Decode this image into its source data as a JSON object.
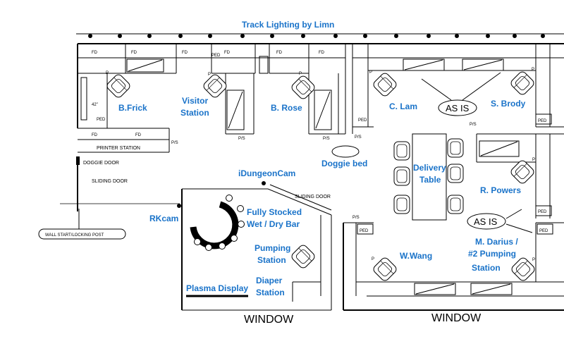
{
  "title": "Track Lighting by Limn",
  "labels": {
    "b_frick": "B.Frick",
    "visitor_1": "Visitor",
    "visitor_2": "Station",
    "b_rose": "B. Rose",
    "c_lam": "C. Lam",
    "s_brody": "S. Brody",
    "r_powers": "R. Powers",
    "delivery_1": "Delivery",
    "delivery_2": "Table",
    "doggie_bed": "Doggie bed",
    "idungeoncam": "iDungeonCam",
    "rkcam": "RKcam",
    "bar_1": "Fully Stocked",
    "bar_2": "Wet / Dry Bar",
    "pumping_1": "Pumping",
    "pumping_2": "Station",
    "diaper_1": "Diaper",
    "diaper_2": "Station",
    "plasma": "Plasma Display",
    "w_wang": "W.Wang",
    "darius_1": "M. Darius /",
    "darius_2": "#2 Pumping",
    "darius_3": "Station"
  },
  "ovals": {
    "as_is_top": "AS IS",
    "as_is_right": "AS IS"
  },
  "plan_text": {
    "fd": "FD",
    "ped": "PED",
    "p": "P",
    "ps": "P/S",
    "printer_station": "PRINTER STATION",
    "doggie_door": "DOGGIE DOOR",
    "sliding_door_left": "SLIDING DOOR",
    "sliding_door_bar": "SLIDING DOOR",
    "wall_post": "WALL START/LOCKING POST",
    "dim_42": "42\"",
    "window_left": "WINDOW",
    "window_right": "WINDOW"
  },
  "colors": {
    "label_blue": "#1a73c9",
    "line": "#000000"
  }
}
